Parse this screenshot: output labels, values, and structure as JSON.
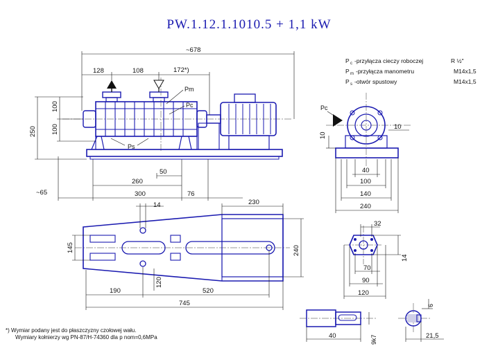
{
  "title": "PW.1.12.1.1010.5  +  1,1 kW",
  "legend": [
    {
      "symbol_main": "P",
      "symbol_sub": "c",
      "text": "-przyłącza cieczy roboczej",
      "value": "R ½\""
    },
    {
      "symbol_main": "P",
      "symbol_sub": "m",
      "text": "-przyłącza manometru",
      "value": "M14x1,5"
    },
    {
      "symbol_main": "P",
      "symbol_sub": "s",
      "text": "-otwór spustowy",
      "value": "M14x1,5"
    }
  ],
  "side_view": {
    "dims": {
      "overall": "~678",
      "d128": "128",
      "d108": "108",
      "d172": "172*)",
      "d100a": "100",
      "d100b": "100",
      "d250": "250",
      "d50": "50",
      "d260": "260",
      "d300": "300",
      "d76": "76",
      "d65": "~65"
    },
    "labels": {
      "pm": "Pm",
      "pc": "Pc",
      "ps": "Ps"
    }
  },
  "end_view": {
    "labels": {
      "pc": "Pc"
    },
    "dims": {
      "d10a": "10",
      "d10b": "10",
      "d40": "40",
      "d100": "100",
      "d140": "140",
      "d240": "240"
    }
  },
  "base_view": {
    "dims": {
      "d14": "14",
      "d230": "230",
      "d145": "145",
      "d240": "240",
      "d190": "190",
      "d520": "520",
      "d120": "120",
      "d745": "745"
    }
  },
  "flange_view": {
    "dims": {
      "d32": "32",
      "d14": "14",
      "d70": "70",
      "d90": "90",
      "d120": "120"
    }
  },
  "shaft_view": {
    "dims": {
      "d40": "40",
      "d9k7": "9k7",
      "d6": "6",
      "d215": "21,5"
    }
  },
  "footnote": {
    "line1": "*)  Wymiar podany jest do płaszczyzny czołowej wału.",
    "line2": "Wymiary kołnierzy wg PN-87/H-74360 dla p nom=0,6MPa"
  }
}
